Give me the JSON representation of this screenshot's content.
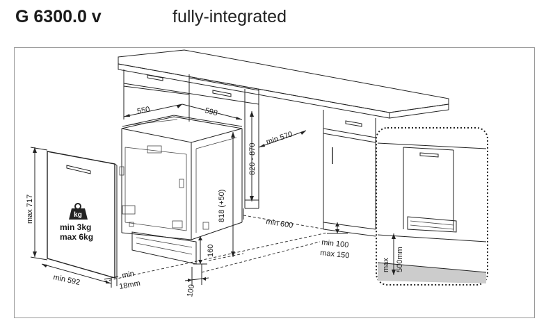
{
  "header": {
    "model": "G 6300.0 v",
    "type": "fully-integrated"
  },
  "panel": {
    "height_label": "max 717",
    "width_label": "min 592",
    "gap_label_top": "min",
    "gap_label_bottom": "18mm",
    "weight_min": "min  3kg",
    "weight_max": "max 6kg",
    "weight_icon_text": "kg"
  },
  "dishwasher": {
    "depth_label": "550",
    "width_label": "598",
    "height_label": "818 (+50)",
    "plinth_label": "160",
    "foot_label": "100"
  },
  "cabinet": {
    "height_label": "820 - 870",
    "depth_label": "min 570",
    "niche_label": "min 600",
    "plinth_min": "min 100",
    "plinth_max": "max 150"
  },
  "detail": {
    "max_label": "max",
    "value_label": "500mm"
  },
  "colors": {
    "frame": "#9a9a9a",
    "line": "#222222",
    "floor": "#cccccc"
  }
}
